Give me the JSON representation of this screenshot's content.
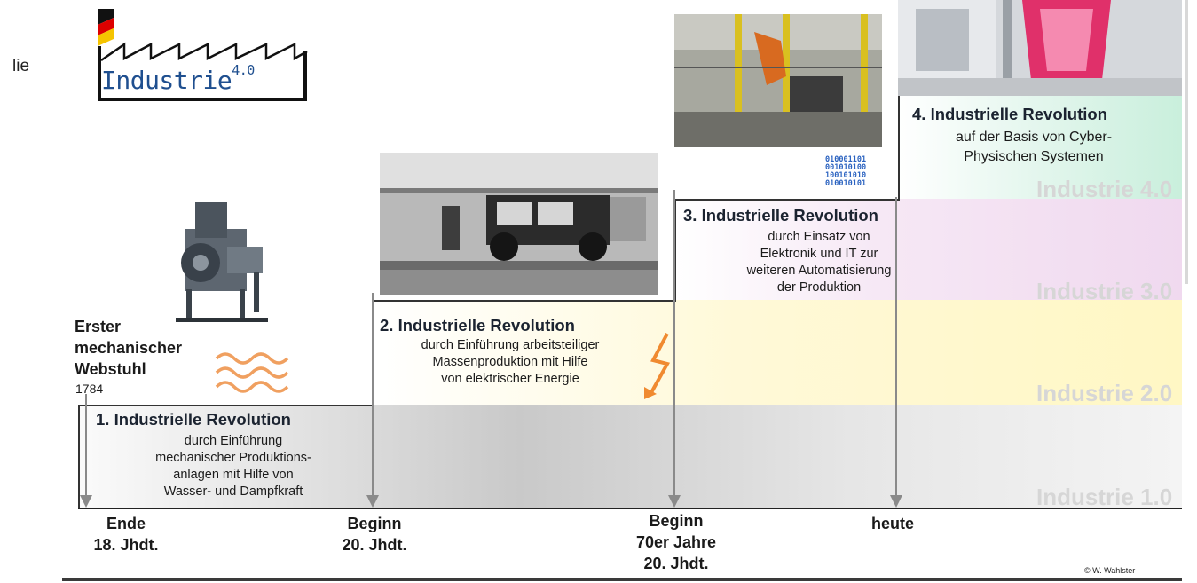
{
  "partial_text": "lie",
  "logo": {
    "text": "Industrie",
    "superscript": "4.0"
  },
  "revolutions": [
    {
      "title": "1. Industrielle Revolution",
      "desc": [
        "durch Einführung",
        "mechanischer Produktions-",
        "anlagen mit Hilfe von",
        "Wasser- und Dampfkraft"
      ],
      "ghost": "Industrie 1.0"
    },
    {
      "title": "2. Industrielle Revolution",
      "desc": [
        "durch Einführung arbeitsteiliger",
        "Massenproduktion mit Hilfe",
        "von elektrischer Energie"
      ],
      "ghost": "Industrie 2.0"
    },
    {
      "title": "3. Industrielle Revolution",
      "desc": [
        "durch Einsatz von",
        "Elektronik und IT zur",
        "weiteren Automatisierung",
        "der Produktion"
      ],
      "ghost": "Industrie 3.0"
    },
    {
      "title": "4. Industrielle Revolution",
      "desc": [
        "auf der Basis von Cyber-",
        "Physischen Systemen"
      ],
      "ghost": "Industrie 4.0"
    }
  ],
  "loom": {
    "line1": "Erster",
    "line2": "mechanischer",
    "line3": "Webstuhl",
    "year": "1784"
  },
  "timeline": [
    [
      "Ende",
      "18. Jhdt."
    ],
    [
      "Beginn",
      "20. Jhdt."
    ],
    [
      "Beginn",
      "70er Jahre",
      "20. Jhdt."
    ],
    [
      "heute"
    ]
  ],
  "binary": [
    "010001101",
    "001010100",
    "100101010",
    "010010101"
  ],
  "credit": "© W. Wahlster",
  "colors": {
    "band2": "#fff7c4",
    "band3": "#f0d9ef",
    "band4": "#c9efdc",
    "arrow": "#8a8a8a",
    "wave": "#f0a060",
    "bolt": "#f08a30",
    "logo_blue": "#1f4f8f"
  }
}
